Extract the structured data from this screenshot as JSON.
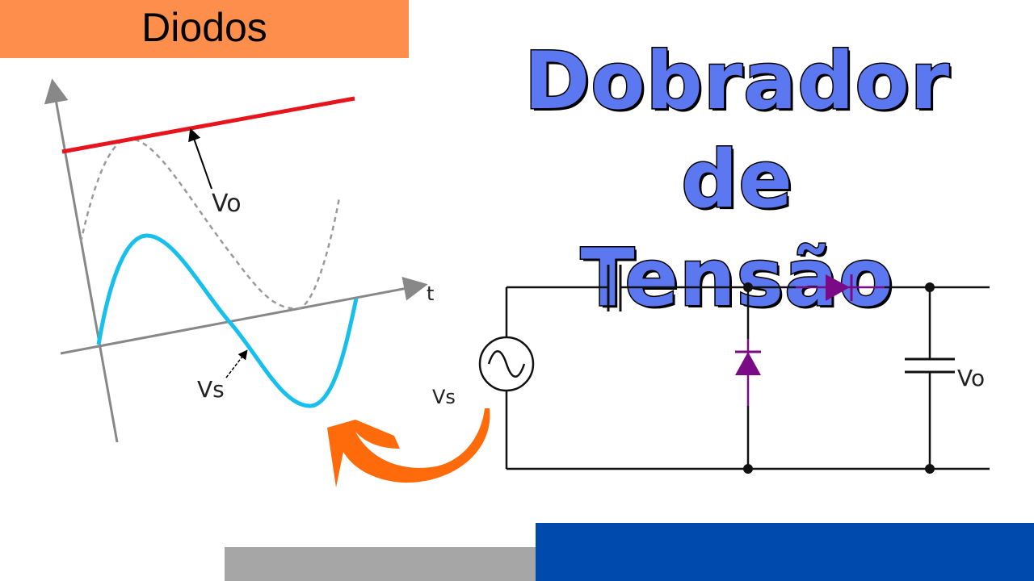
{
  "header": {
    "category_label": "Diodos",
    "title_line1": "Dobrador de",
    "title_line2": "Tensão"
  },
  "waveform": {
    "axis_label_t": "t",
    "label_vo": "Vo",
    "label_vs": "Vs",
    "colors": {
      "vo": "#e8141c",
      "vs": "#17c0ec",
      "dashed": "#9a9a9a",
      "axis": "#888888"
    }
  },
  "circuit": {
    "label_vs": "Vs",
    "label_vo": "Vo",
    "components": [
      "ac-source",
      "capacitor-series",
      "diode-shunt",
      "diode-series",
      "capacitor-output"
    ],
    "colors": {
      "wire": "#111111",
      "diode": "#7b0a87"
    }
  },
  "decor": {
    "arrow_color": "#ff6a0a",
    "bar_gray": "#a6a6a6",
    "bar_blue": "#004aad"
  }
}
